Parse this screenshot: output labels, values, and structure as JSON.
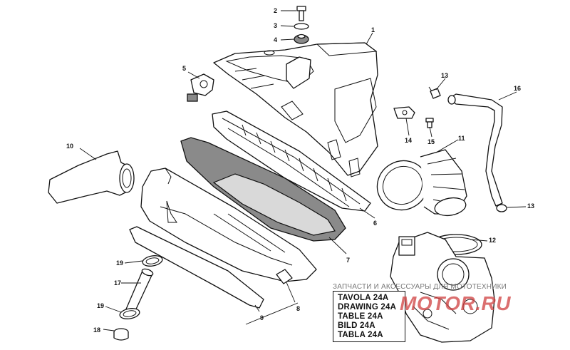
{
  "callouts": [
    "1",
    "2",
    "3",
    "4",
    "5",
    "6",
    "7",
    "8",
    "9",
    "10",
    "11",
    "12",
    "13",
    "13",
    "14",
    "15",
    "16",
    "17",
    "18",
    "19",
    "19"
  ],
  "reference_table": {
    "lines": [
      "TAVOLA 24A",
      "DRAWING 24A",
      "TABLE 24A",
      "BILD 24A",
      "TABLA 24A"
    ]
  },
  "watermark": {
    "caption": "ЗАПЧАСТИ И АКСЕССУАРЫ ДЛЯ МОТОТЕХНИКИ",
    "logo": "MOTOR.RU"
  }
}
